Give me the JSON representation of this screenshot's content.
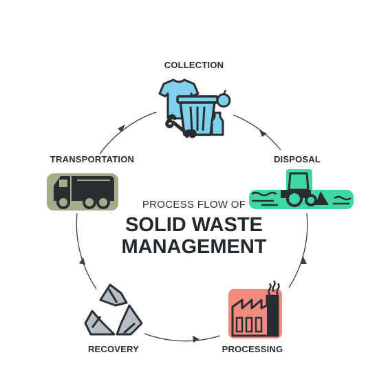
{
  "title": {
    "subtitle": "PROCESS FLOW OF",
    "line1": "SOLID WASTE",
    "line2": "MANAGEMENT"
  },
  "stages": {
    "collection": "COLLECTION",
    "disposal": "DISPOSAL",
    "processing": "PROCESSING",
    "recovery": "RECOVERY",
    "transportation": "TRANSPORTATION"
  },
  "colors": {
    "collection": "#7fd0ea",
    "disposal": "#3ed8a3",
    "processing": "#f28b7d",
    "recovery": "#b4bec4",
    "transportation": "#a2ad8a",
    "dark": "#2a2e33",
    "ring": "#3a3f44"
  },
  "icons": {
    "collection": "trash-bin-with-shirt-bone-apple-bottle-icon",
    "disposal": "bulldozer-icon",
    "processing": "factory-icon",
    "recovery": "recycle-icon",
    "transportation": "garbage-truck-icon"
  }
}
